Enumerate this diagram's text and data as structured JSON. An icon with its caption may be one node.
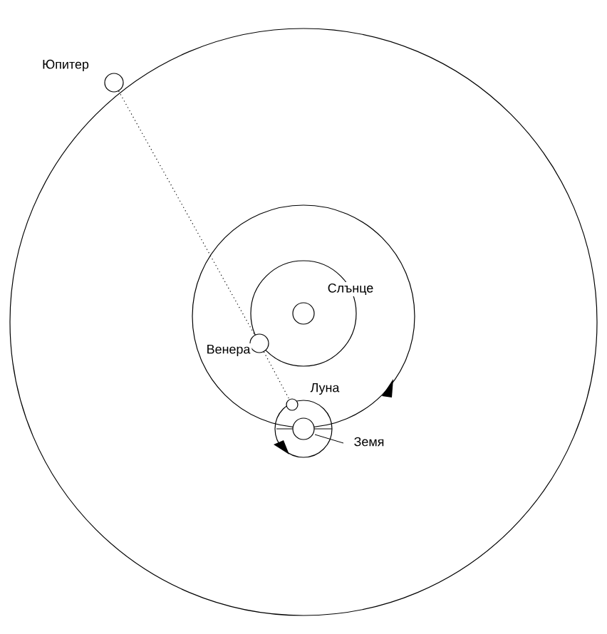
{
  "diagram": {
    "nodes": [
      {
        "text": [
          "Юпитер"
        ]
      },
      {
        "text": [
          "Слънце"
        ]
      },
      {
        "text": [
          "Венера"
        ]
      },
      {
        "text": [
          "Луна"
        ]
      },
      {
        "text": [
          "Земя"
        ]
      }
    ],
    "edges": [
      {
        "from": 0,
        "to": 2,
        "arrow": "none"
      },
      {
        "from": 2,
        "to": 3,
        "arrow": "none"
      }
    ]
  }
}
